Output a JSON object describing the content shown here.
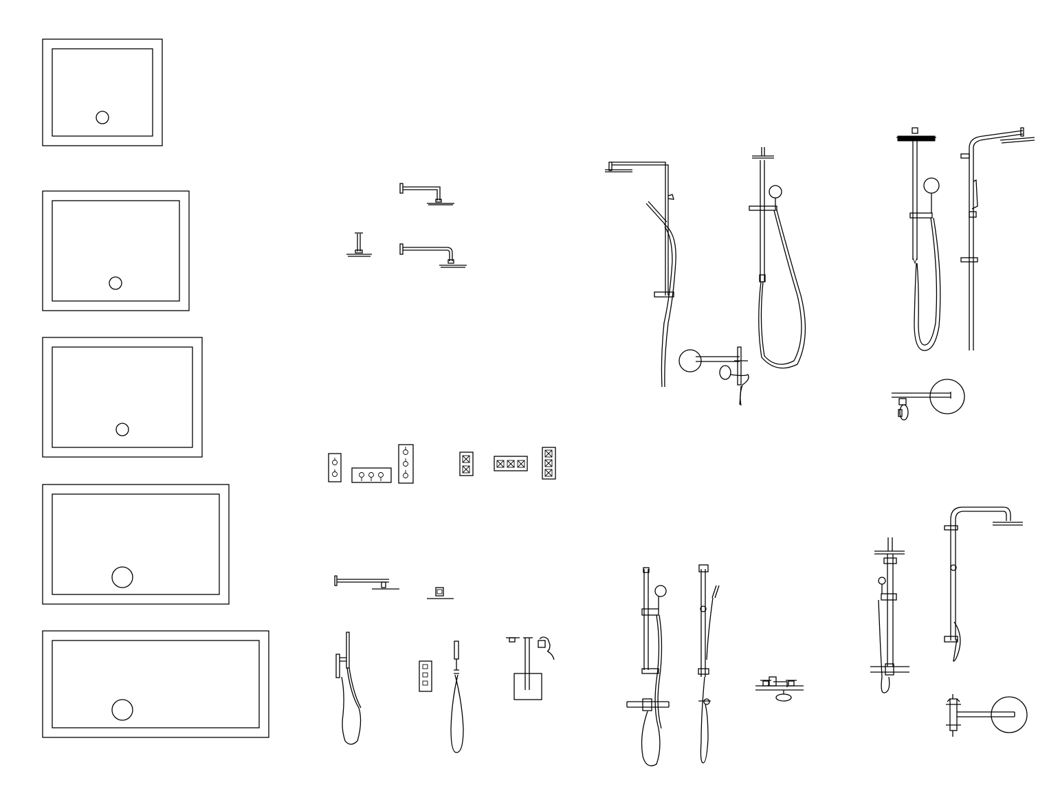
{
  "drawing": {
    "stroke_color": "#000000",
    "background_color": "#ffffff",
    "shower_trays": [
      {
        "drain": "small"
      },
      {
        "drain": "small"
      },
      {
        "drain": "small"
      },
      {
        "drain": "large"
      },
      {
        "drain": "large"
      }
    ],
    "valve_plates": [
      {
        "controls": 2,
        "kind": "round-lever",
        "orientation": "vertical"
      },
      {
        "controls": 3,
        "kind": "round-lever",
        "orientation": "horizontal"
      },
      {
        "controls": 3,
        "kind": "round-lever",
        "orientation": "vertical"
      },
      {
        "controls": 2,
        "kind": "cross-knob",
        "orientation": "vertical"
      },
      {
        "controls": 3,
        "kind": "cross-knob",
        "orientation": "horizontal"
      },
      {
        "controls": 3,
        "kind": "cross-knob",
        "orientation": "vertical"
      }
    ]
  }
}
